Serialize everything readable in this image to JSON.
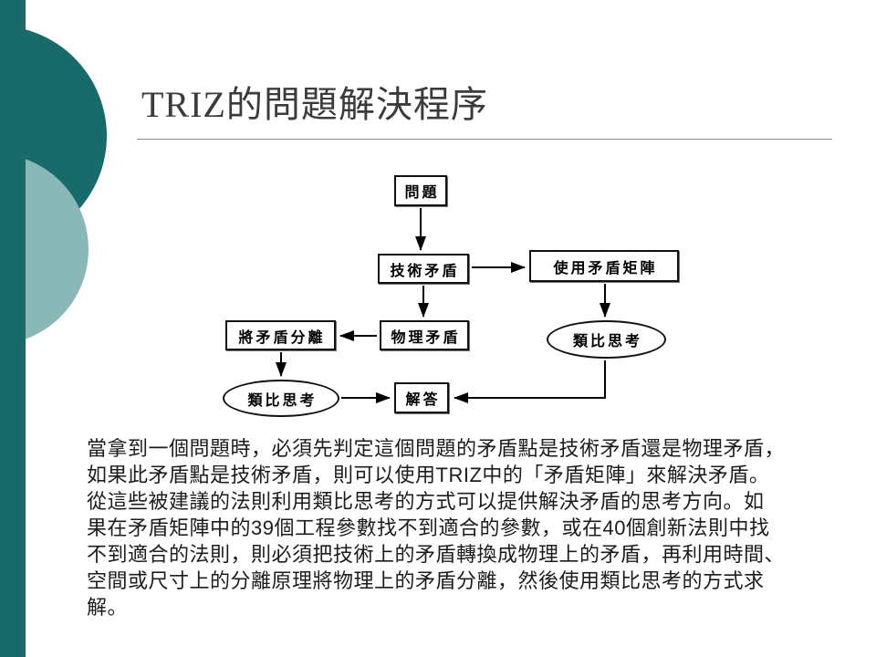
{
  "slide": {
    "title": "TRIZ的問題解決程序",
    "body_lines": [
      "當拿到一個問題時，必須先判定這個問題的矛盾點是技術矛盾還是物理矛盾，",
      "如果此矛盾點是技術矛盾，則可以使用TRIZ中的「矛盾矩陣」來解決矛盾。",
      "從這些被建議的法則利用類比思考的方式可以提供解決矛盾的思考方向。如",
      "果在矛盾矩陣中的39個工程參數找不到適合的參數，或在40個創新法則中找",
      "不到適合的法則，則必須把技術上的矛盾轉換成物理上的矛盾，再利用時間、",
      "空間或尺寸上的分離原理將物理上的矛盾分離，然後使用類比思考的方式求",
      "解。"
    ]
  },
  "diagram": {
    "nodes": {
      "problem": "問題",
      "technical": "技術矛盾",
      "matrix": "使用矛盾矩陣",
      "physical": "物理矛盾",
      "separate": "將矛盾分離",
      "analogy_left": "類比思考",
      "analogy_right": "類比思考",
      "answer": "解答"
    }
  },
  "colors": {
    "dark_teal": "#186a6b",
    "light_teal": "#8ab8b8",
    "title_text": "#3b3b3b",
    "body_text": "#1c1c1c",
    "line": "#888888"
  }
}
